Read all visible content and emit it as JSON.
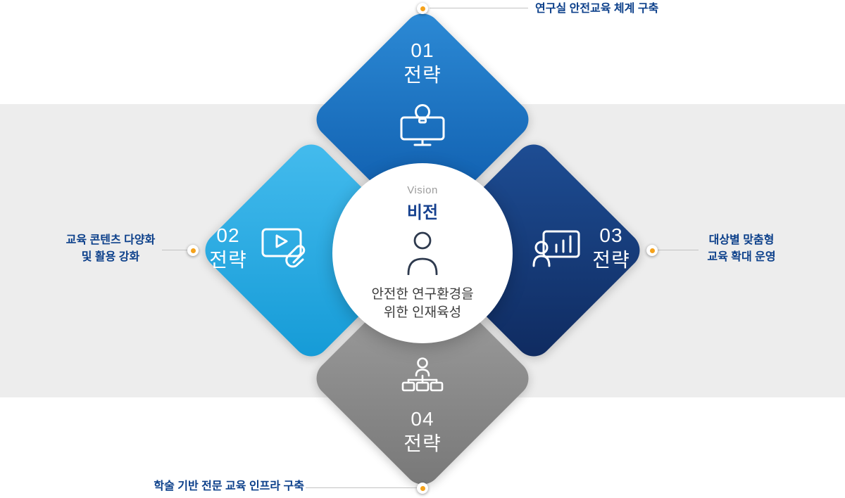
{
  "diamonds": {
    "top": {
      "number": "01",
      "label": "전략",
      "icon": "monitor-lightbulb-icon"
    },
    "left": {
      "number": "02",
      "label": "전략",
      "icon": "video-content-icon"
    },
    "right": {
      "number": "03",
      "label": "전략",
      "icon": "person-chart-icon"
    },
    "bottom": {
      "number": "04",
      "label": "전략",
      "icon": "org-chart-icon"
    }
  },
  "center": {
    "eyebrow": "Vision",
    "title": "비전",
    "line1": "안전한 연구환경을",
    "line2": "위한 인재육성",
    "icon": "person-outline-icon"
  },
  "callouts": {
    "top": "연구실 안전교육 체계 구축",
    "left_line1": "교육 콘텐츠 다양화",
    "left_line2": "및 활용 강화",
    "right_line1": "대상별 맞춤형",
    "right_line2": "교육 확대 운영",
    "bottom": "학술 기반 전문 교육 인프라 구축"
  },
  "colors": {
    "strategy_01_blue": "#1B78C8",
    "strategy_02_lightblue": "#2FB0E6",
    "strategy_03_navy": "#16376F",
    "strategy_04_gray": "#8C8C8C",
    "accent_dot_orange": "#F5A21B",
    "callout_text_navy": "#0B3F8A",
    "band_gray": "#EDEDED"
  }
}
